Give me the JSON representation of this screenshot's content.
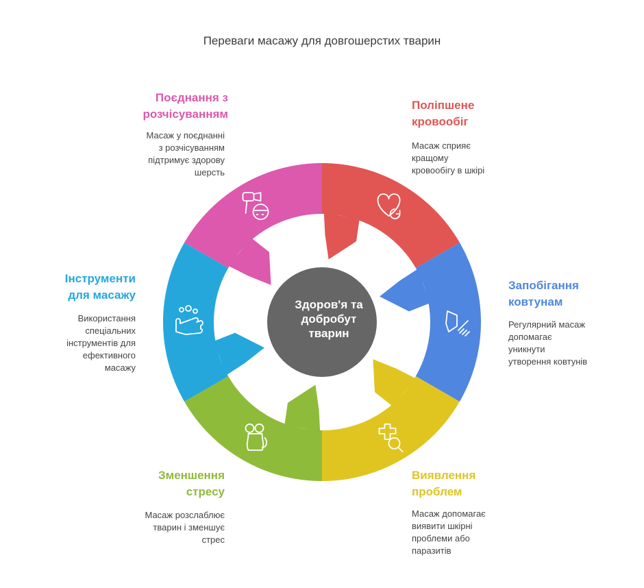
{
  "title": "Переваги масажу для довгошерстих тварин",
  "center": {
    "lines": [
      "Здоров'я та",
      "добробут",
      "тварин"
    ],
    "color": "#666666"
  },
  "segments": [
    {
      "id": "circulation",
      "color": "#e15553",
      "icon": "heart-refresh-icon",
      "title_lines": [
        "Поліпшене",
        "кровообіг"
      ],
      "desc_lines": [
        "Масаж сприяє",
        "кращому",
        "кровообігу в шкірі"
      ]
    },
    {
      "id": "matting",
      "color": "#4f86e0",
      "icon": "comb-pet-icon",
      "title_lines": [
        "Запобігання",
        "ковтунам"
      ],
      "desc_lines": [
        "Регулярний масаж",
        "допомагає",
        "уникнути",
        "утворення ковтунів"
      ]
    },
    {
      "id": "detection",
      "color": "#e0c521",
      "icon": "medical-search-icon",
      "title_lines": [
        "Виявлення",
        "проблем"
      ],
      "desc_lines": [
        "Масаж допомагає",
        "виявити шкірні",
        "проблеми або",
        "паразитів"
      ]
    },
    {
      "id": "stress",
      "color": "#8fbb3a",
      "icon": "mouse-pet-icon",
      "title_lines": [
        "Зменшення",
        "стресу"
      ],
      "desc_lines": [
        "Масаж розслаблює",
        "тварин і зменшує",
        "стрес"
      ]
    },
    {
      "id": "tools",
      "color": "#25a7dc",
      "icon": "washing-hands-icon",
      "title_lines": [
        "Інструменти",
        "для масажу"
      ],
      "desc_lines": [
        "Використання",
        "спеціальних",
        "інструментів для",
        "ефективного",
        "масажу"
      ]
    },
    {
      "id": "brushing",
      "color": "#dc59ad",
      "icon": "hairdryer-pet-icon",
      "title_lines": [
        "Поєднання з",
        "розчісуванням"
      ],
      "desc_lines": [
        "Масаж у поєднанні",
        "з розчісуванням",
        "підтримує здорову",
        "шерсть"
      ]
    }
  ]
}
